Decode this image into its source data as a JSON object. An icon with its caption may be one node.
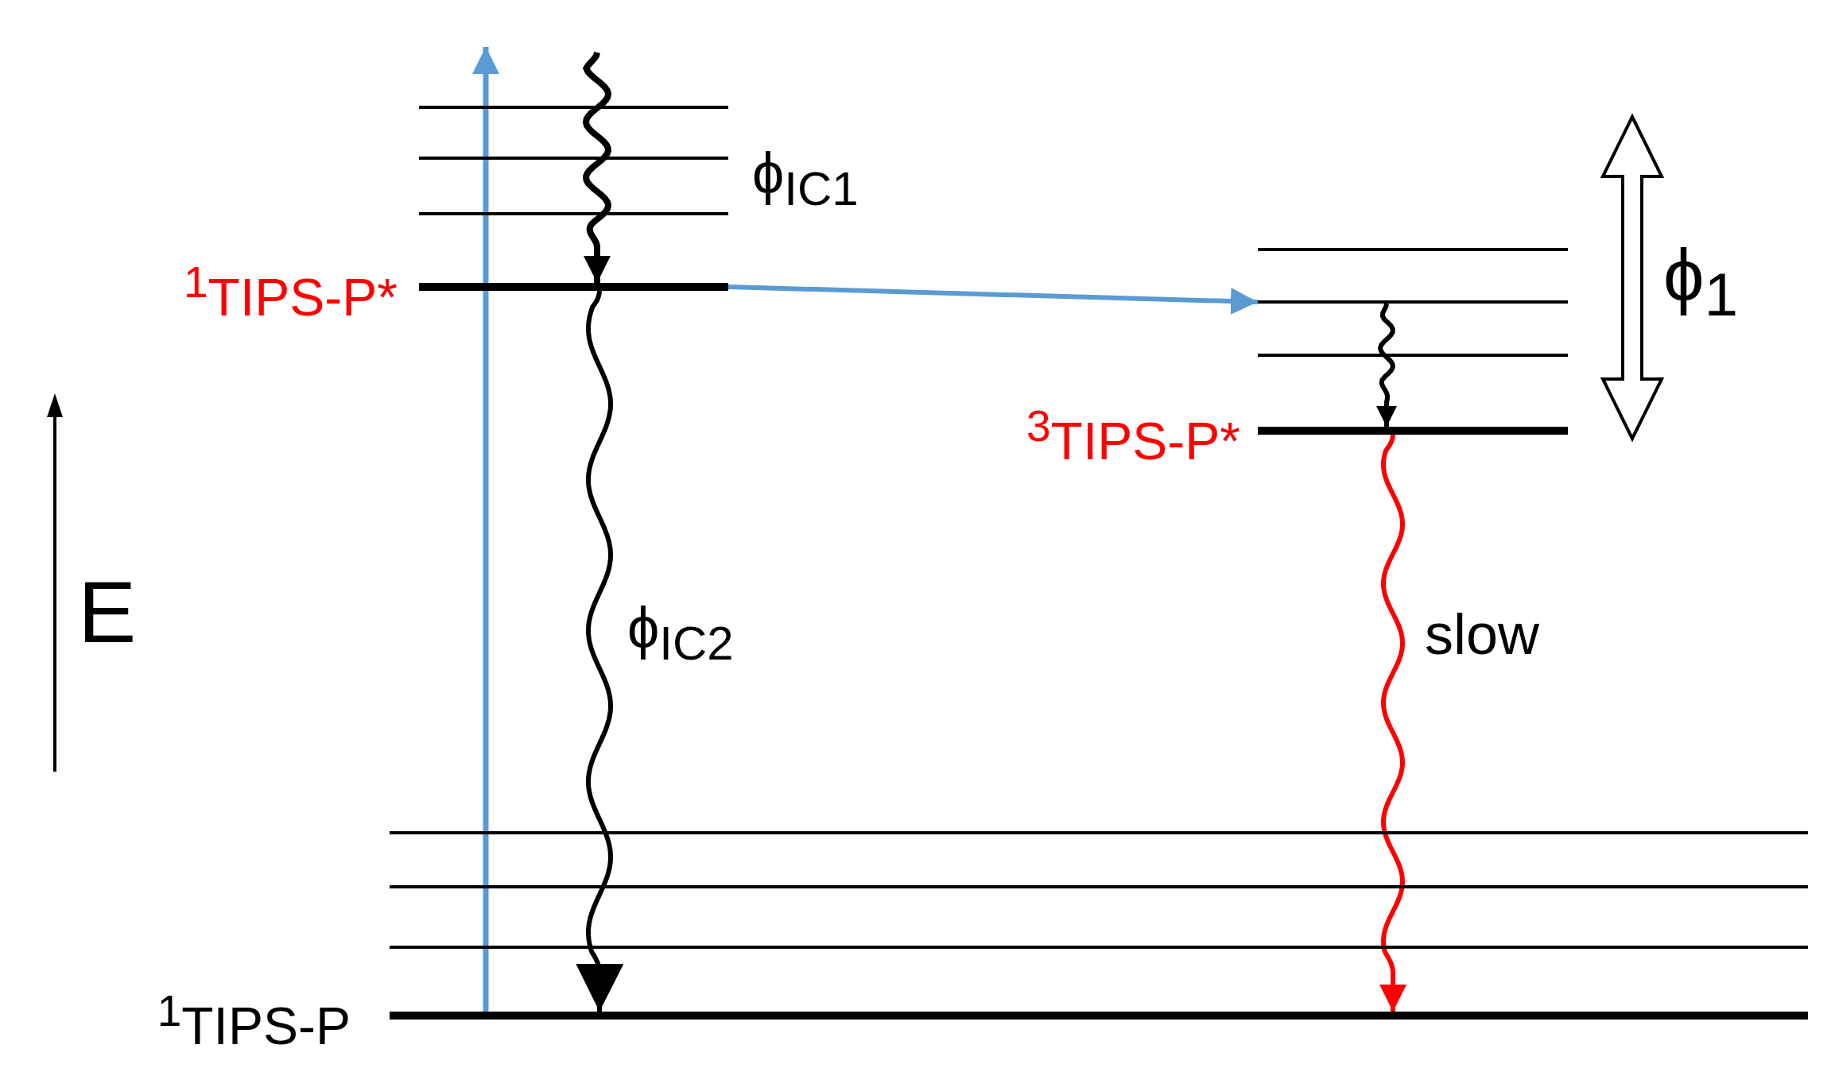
{
  "diagram": {
    "nodes": [
      {
        "text": [],
        "shape": "bar"
      },
      {
        "text": [],
        "shape": "bar"
      },
      {
        "text": [],
        "shape": "bar"
      },
      {
        "text": [
          "$^{1}$TIPS-P*"
        ]
      },
      {
        "text": [],
        "shape": "bar"
      },
      {
        "text": [],
        "shape": "bar"
      },
      {
        "text": [],
        "shape": "bar"
      },
      {
        "text": [
          "$^{3}$TIPS-P*"
        ]
      },
      {
        "text": [],
        "shape": "bar"
      },
      {
        "text": [],
        "shape": "bar"
      },
      {
        "text": [],
        "shape": "bar"
      },
      {
        "text": [
          "$^{1}$TIPS-P"
        ]
      }
    ],
    "edges": [
      {
        "from": 11,
        "to": null,
        "arrow": "to",
        "color": "#5b9bd5"
      },
      {
        "from": null,
        "to": 3,
        "arrow": "to",
        "label": "ϕ$_{IC1}$"
      },
      {
        "from": 3,
        "to": 5,
        "arrow": "to",
        "color": "#5b9bd5"
      },
      {
        "from": 5,
        "to": 7,
        "arrow": "to"
      },
      {
        "from": 3,
        "to": 11,
        "arrow": "to",
        "label": "ϕ$_{IC2}$"
      },
      {
        "from": 7,
        "to": 11,
        "arrow": "to",
        "label": "slow",
        "color": "#ff0000"
      }
    ],
    "labels": [
      "ϕ$_{1}$",
      "E"
    ]
  }
}
